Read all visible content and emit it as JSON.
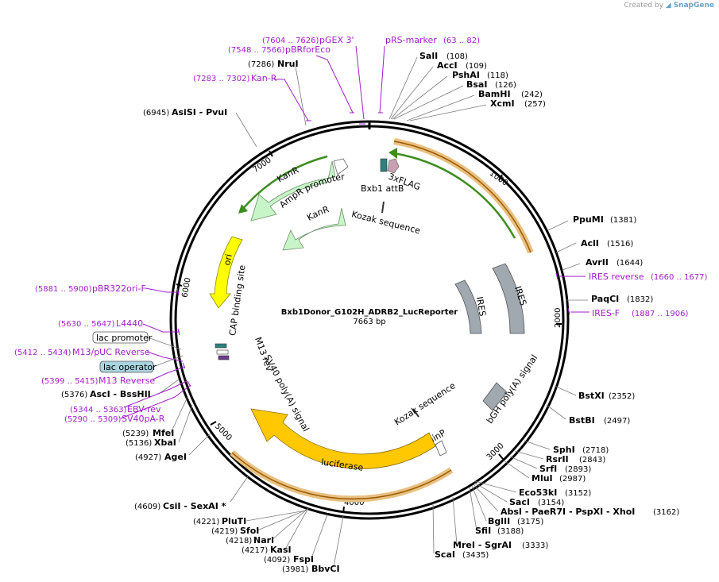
{
  "credit": {
    "prefix": "Created by",
    "brand": "SnapGene"
  },
  "plasmid": {
    "name": "Bxb1Donor_G102H_ADRB2_LucReporter",
    "length": "7663 bp"
  },
  "ticks": [
    "1000",
    "2000",
    "3000",
    "4000",
    "5000",
    "6000",
    "7000"
  ],
  "enzymes": [
    {
      "name": "SalI",
      "pos": "(108)"
    },
    {
      "name": "AccI",
      "pos": "(109)"
    },
    {
      "name": "PshAI",
      "pos": "(118)"
    },
    {
      "name": "BsaI",
      "pos": "(126)"
    },
    {
      "name": "BamHI",
      "pos": "(242)"
    },
    {
      "name": "XcmI",
      "pos": "(257)"
    },
    {
      "name": "PpuMI",
      "pos": "(1381)"
    },
    {
      "name": "AclI",
      "pos": "(1516)"
    },
    {
      "name": "AvrII",
      "pos": "(1644)"
    },
    {
      "name": "PaqCI",
      "pos": "(1832)"
    },
    {
      "name": "BstXI",
      "pos": "(2352)"
    },
    {
      "name": "BstBI",
      "pos": "(2497)"
    },
    {
      "name": "SphI",
      "pos": "(2718)"
    },
    {
      "name": "RsrII",
      "pos": "(2843)"
    },
    {
      "name": "SrfI",
      "pos": "(2893)"
    },
    {
      "name": "MluI",
      "pos": "(2987)"
    },
    {
      "name": "Eco53kI",
      "pos": "(3152)"
    },
    {
      "name": "SacI",
      "pos": "(3154)"
    },
    {
      "name": "AbsI - PaeR7I - PspXI - XhoI",
      "pos": "(3162)"
    },
    {
      "name": "BglII",
      "pos": "(3175)"
    },
    {
      "name": "SfiI",
      "pos": "(3188)"
    },
    {
      "name": "MreI - SgrAI",
      "pos": "(3333)"
    },
    {
      "name": "ScaI",
      "pos": "(3435)"
    },
    {
      "name": "BbvCI",
      "pos": "(3981)"
    },
    {
      "name": "FspI",
      "pos": "(4092)"
    },
    {
      "name": "KasI",
      "pos": "(4217)"
    },
    {
      "name": "NarI",
      "pos": "(4218)"
    },
    {
      "name": "SfoI",
      "pos": "(4219)"
    },
    {
      "name": "PluTI",
      "pos": "(4221)"
    },
    {
      "name": "CsiI - SexAI *",
      "pos": "(4609)"
    },
    {
      "name": "AgeI",
      "pos": "(4927)"
    },
    {
      "name": "XbaI",
      "pos": "(5136)"
    },
    {
      "name": "MfeI",
      "pos": "(5239)"
    },
    {
      "name": "AscI - BssHII",
      "pos": "(5376)"
    },
    {
      "name": "AsiSI - PvuI",
      "pos": "(6945)"
    },
    {
      "name": "NruI",
      "pos": "(7286)"
    }
  ],
  "primers": [
    {
      "name": "pRS-marker",
      "pos": "(63 .. 82)"
    },
    {
      "name": "pGEX 3'",
      "pos": "(7604 .. 7626)"
    },
    {
      "name": "pBRforEco",
      "pos": "(7548 .. 7566)"
    },
    {
      "name": "Kan-R",
      "pos": "(7283 .. 7302)"
    },
    {
      "name": "IRES reverse",
      "pos": "(1660 .. 1677)"
    },
    {
      "name": "IRES-F",
      "pos": "(1887 .. 1906)"
    },
    {
      "name": "pBR322ori-F",
      "pos": "(5881 .. 5900)"
    },
    {
      "name": "L4440",
      "pos": "(5630 .. 5647)"
    },
    {
      "name": "M13/pUC Reverse",
      "pos": "(5412 .. 5434)"
    },
    {
      "name": "M13 Reverse",
      "pos": "(5399 .. 5415)"
    },
    {
      "name": "EBV-rev",
      "pos": "(5344 .. 5363)"
    },
    {
      "name": "SV40pA-R",
      "pos": "(5290 .. 5309)"
    }
  ],
  "boxed": {
    "lac_promoter": "lac promoter",
    "lac_operator": "lac operator"
  },
  "features": {
    "kanr_outer": "KanR",
    "ampr_promoter": "AmpR promoter",
    "kanr_inner": "KanR",
    "kozak_top": "Kozak sequence",
    "bxb1": "Bxb1 attB",
    "flag": "3xFLAG",
    "ires_outer": "IRES",
    "ires_inner": "IRES",
    "bgh": "bGH poly(A) signal",
    "kozak_bottom": "Kozak sequence",
    "minp": "minP",
    "luciferase": "luciferase",
    "sv40": "SV40 poly(A) signal",
    "m13rev": "M13 rev",
    "cap": "CAP binding site",
    "ori": "ori"
  },
  "colors": {
    "kanr": "#c8f5c8",
    "ori": "#ffff00",
    "luciferase": "#ffc800",
    "ires": "#a0a8b0",
    "bxb1": "#2f7f7f",
    "flag": "#c8a0b4",
    "primer": "#a020c8",
    "outer_primer_arc": "#e8c080",
    "arc_green": "#3d8c1e"
  }
}
